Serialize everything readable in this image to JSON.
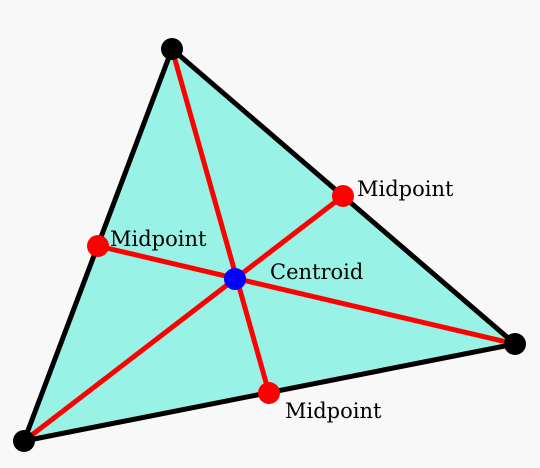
{
  "colors": {
    "background": "#f8f8f8",
    "triangle_fill": "#99f2e6",
    "triangle_stroke": "#000000",
    "median_stroke": "#ff0000",
    "vertex_fill": "#000000",
    "midpoint_fill": "#ff0000",
    "centroid_fill": "#0000ff"
  },
  "labels": {
    "midpoint_right": "Midpoint",
    "midpoint_left": "Midpoint",
    "midpoint_bottom": "Midpoint",
    "centroid": "Centroid"
  }
}
